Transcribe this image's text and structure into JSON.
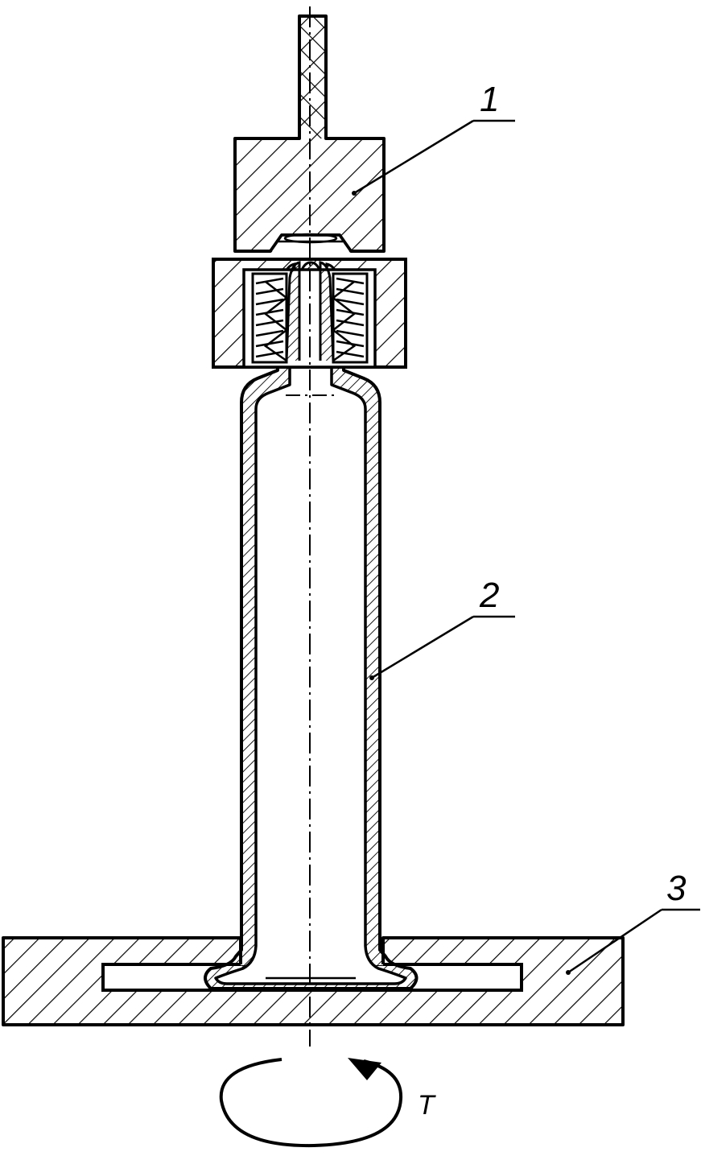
{
  "callouts": [
    {
      "id": "part-1",
      "label": "1"
    },
    {
      "id": "part-2",
      "label": "2"
    },
    {
      "id": "part-3",
      "label": "3"
    }
  ],
  "rotation_label": "T",
  "colors": {
    "ink": "#000000",
    "paper": "#ffffff"
  }
}
